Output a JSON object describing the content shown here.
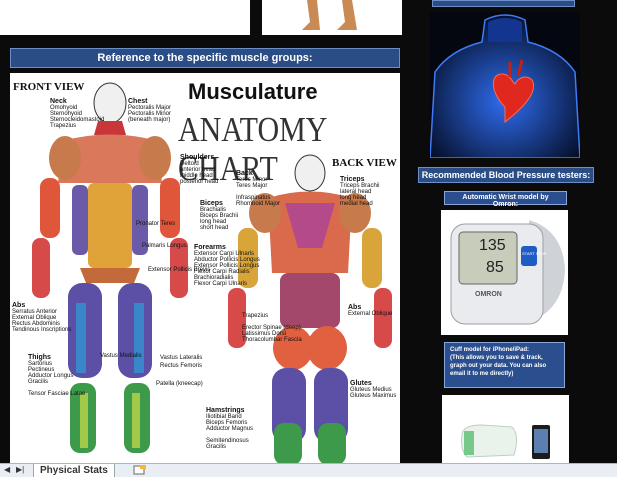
{
  "headers": {
    "muscle_groups": "Reference to the specific muscle groups:",
    "bp_testers": "Recommended Blood Pressure testers:"
  },
  "chart_image": {
    "title_line1": "Musculature",
    "title_line2": "ANATOMY CHART",
    "front_view": "FRONT VIEW",
    "back_view": "BACK VIEW",
    "front_labels": [
      {
        "group": "Neck",
        "items": [
          "Omohyoid",
          "Sternohyoid",
          "Sternocleidomastoid",
          "Trapezius"
        ]
      },
      {
        "group": "Chest",
        "items": [
          "Pectoralis Major",
          "Pectoralis Minor",
          "(beneath major)"
        ]
      },
      {
        "group": "Shoulders",
        "items": [
          "Deltoid",
          "anterior head",
          "middle head",
          "posterior head"
        ]
      },
      {
        "group": "Biceps",
        "items": [
          "Brachialis",
          "Biceps Brachii",
          "long head",
          "short head"
        ]
      },
      {
        "group": "Forearms",
        "items": [
          "Extensor Carpi Ulnaris",
          "Abductor Pollicis Longus",
          "Extensor Pollicis Longus",
          "Flexor Carpi Radialis",
          "Brachioradialis",
          "Flexor Carpi Ulnaris"
        ]
      },
      {
        "group": "Abs",
        "items": [
          "Serratus Anterior",
          "External Oblique",
          "Rectus Abdominis",
          "Tendinous Inscriptions"
        ]
      },
      {
        "group": "Thighs",
        "items": [
          "Sartorius",
          "Pectineus",
          "Adductor Longus",
          "Gracilis",
          "Tensor Fasciae Latae"
        ]
      },
      {
        "group": "",
        "items": [
          "Pronator Teres",
          "Palmaris Longus",
          "Extensor Pollicis Brevis",
          "Vastus Medialis",
          "Vastus Lateralis",
          "Rectus Femoris",
          "Patella (kneecap)"
        ]
      }
    ],
    "back_labels": [
      {
        "group": "Back",
        "items": [
          "Teres Minor",
          "Teres Major",
          "Infraspinatus",
          "Rhomboid Major",
          "Trapezius",
          "Erector Spinae (deep)",
          "Latissimus Dorsi",
          "Thoracolumbar Fascia"
        ]
      },
      {
        "group": "Triceps",
        "items": [
          "Triceps Brachii",
          "lateral head",
          "long head",
          "medial head"
        ]
      },
      {
        "group": "Abs",
        "items": [
          "External Oblique"
        ]
      },
      {
        "group": "Glutes",
        "items": [
          "Gluteus Medius",
          "Gluteus Maximus"
        ]
      },
      {
        "group": "Hamstrings",
        "items": [
          "Iliotibial Band",
          "Biceps Femoris",
          "Adductor Magnus",
          "Semitendinosus",
          "Gracilis"
        ]
      }
    ]
  },
  "devices": {
    "wrist_caption": "Automatic Wrist model by Omron:",
    "wrist_display": {
      "sys": "135",
      "dia": "85",
      "brand": "OMRON",
      "button": "START STOP"
    },
    "cuff_caption": "Cuff model for iPhone/iPad:\n(This allows you to save & track, graph out your data. You can also email it to me directly)"
  },
  "sheet_tabs": {
    "active": "Physical Stats"
  },
  "colors": {
    "header_blue": "#2a4d86",
    "background": "#0b0b0b",
    "heart_glow": "#1e54c8"
  }
}
